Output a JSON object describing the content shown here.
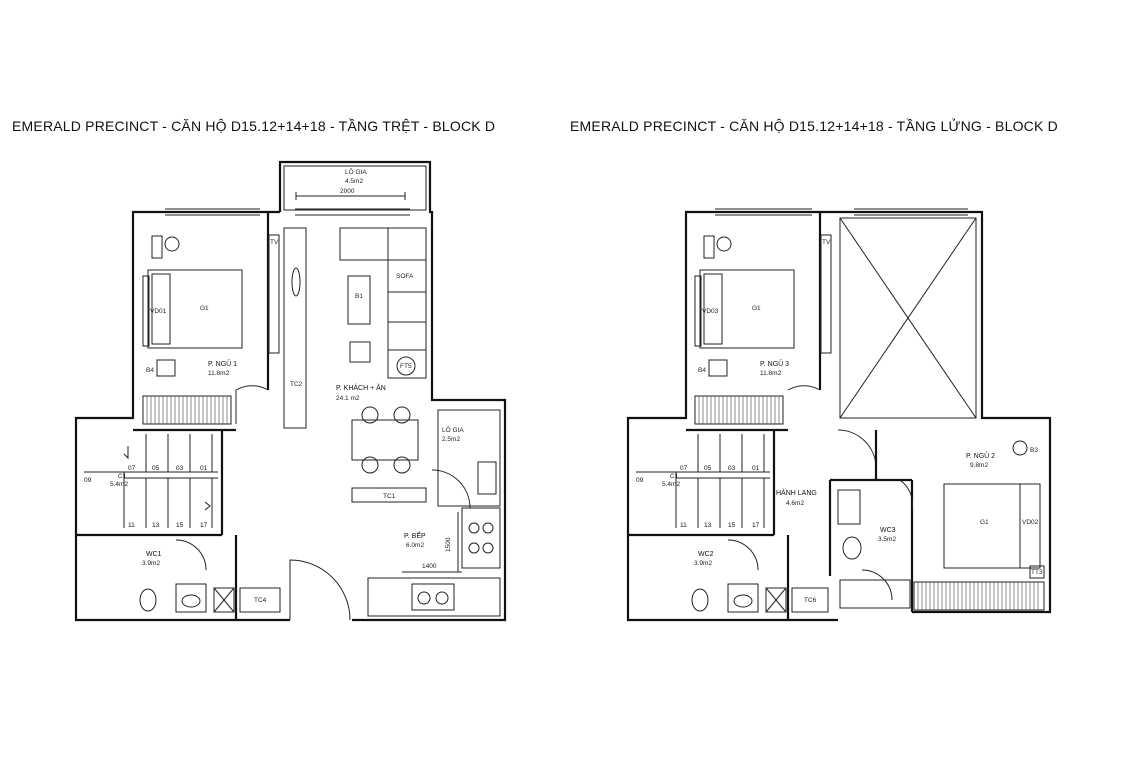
{
  "titles": {
    "left": "EMERALD PRECINCT - CĂN HỘ D15.12+14+18 - TẦNG TRỆT - BLOCK D",
    "right": "EMERALD PRECINCT - CĂN HỘ D15.12+14+18 - TẦNG LỬNG - BLOCK D"
  },
  "ground": {
    "loggia_top": {
      "name": "LÔ GIA",
      "area": "4.5m2",
      "dim": "2000"
    },
    "bedroom1": {
      "name": "P. NGỦ 1",
      "area": "11.8m2",
      "bed": "G1",
      "wardrobe": "VD01",
      "desk": "B4",
      "tc": "TC2",
      "tv": "TV"
    },
    "living": {
      "name": "P. KHÁCH + ĂN",
      "area": "24.1 m2",
      "sofa": "SOFA",
      "table": "B1",
      "ft": "FT5",
      "tc": "TC1",
      "tv": "TV"
    },
    "loggia_side": {
      "name": "LÔ GIA",
      "area": "2.5m2"
    },
    "kitchen": {
      "name": "P. BẾP",
      "area": "6.0m2",
      "dim_w": "1400",
      "dim_h": "1500"
    },
    "wc1": {
      "name": "WC1",
      "area": "3.9m2",
      "tc": "TC4"
    },
    "stair": {
      "label": "C1",
      "area": "5.4m2",
      "steps_top": [
        "07",
        "05",
        "03",
        "01"
      ],
      "steps_bottom": [
        "11",
        "13",
        "15",
        "17"
      ],
      "side": "09"
    }
  },
  "mezz": {
    "bedroom3": {
      "name": "P. NGỦ 3",
      "area": "11.8m2",
      "bed": "G1",
      "wardrobe": "VD03",
      "desk": "B4",
      "tv": "TV"
    },
    "corridor": {
      "name": "HÀNH LANG",
      "area": "4.6m2"
    },
    "bedroom2": {
      "name": "P. NGỦ 2",
      "area": "9.8m2",
      "bed": "G1",
      "wardrobe": "VD02",
      "desk": "B3",
      "ac": "TT3"
    },
    "wc2": {
      "name": "WC2",
      "area": "3.9m2",
      "tc": "TC6"
    },
    "wc3": {
      "name": "WC3",
      "area": "3.5m2"
    },
    "stair": {
      "label": "C1",
      "area": "5.4m2",
      "steps_top": [
        "07",
        "05",
        "03",
        "01"
      ],
      "steps_bottom": [
        "11",
        "13",
        "15",
        "17"
      ],
      "side": "09"
    }
  }
}
